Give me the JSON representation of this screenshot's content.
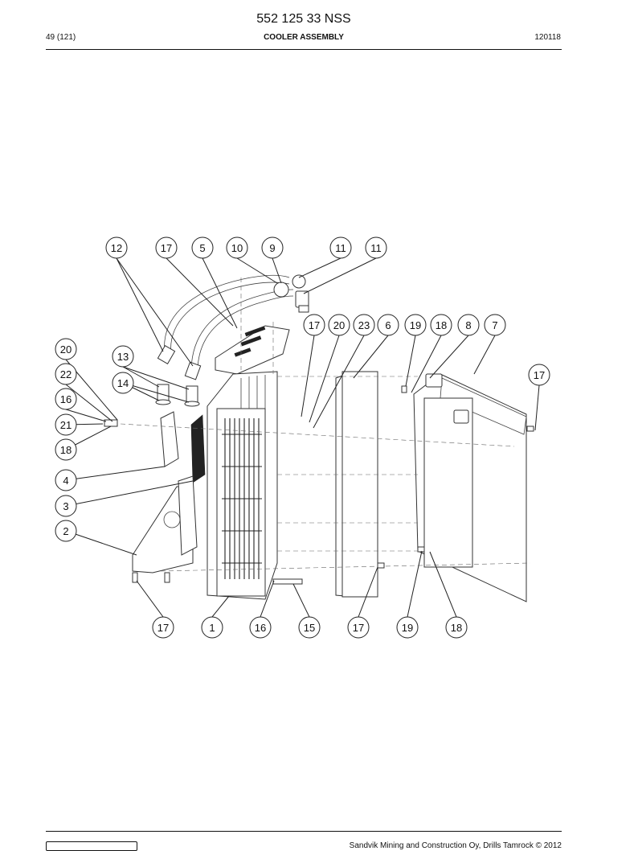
{
  "header": {
    "doc_number": "552 125 33 NSS",
    "page_ref": "49 (121)",
    "section_title": "COOLER ASSEMBLY",
    "date_code": "120118"
  },
  "footer": {
    "copyright": "Sandvik Mining and Construction Oy, Drills Tamrock © 2012"
  },
  "callouts": {
    "c12": "12",
    "c17a": "17",
    "c5": "5",
    "c10": "10",
    "c9": "9",
    "c11a": "11",
    "c11b": "11",
    "c17b": "17",
    "c20a": "20",
    "c23": "23",
    "c6": "6",
    "c19a": "19",
    "c18a": "18",
    "c8": "8",
    "c7": "7",
    "c17c": "17",
    "c20b": "20",
    "c13": "13",
    "c22": "22",
    "c14": "14",
    "c16a": "16",
    "c21": "21",
    "c18b": "18",
    "c4": "4",
    "c3": "3",
    "c2": "2",
    "c17d": "17",
    "c1": "1",
    "c16b": "16",
    "c15": "15",
    "c17e": "17",
    "c19b": "19",
    "c18c": "18"
  }
}
